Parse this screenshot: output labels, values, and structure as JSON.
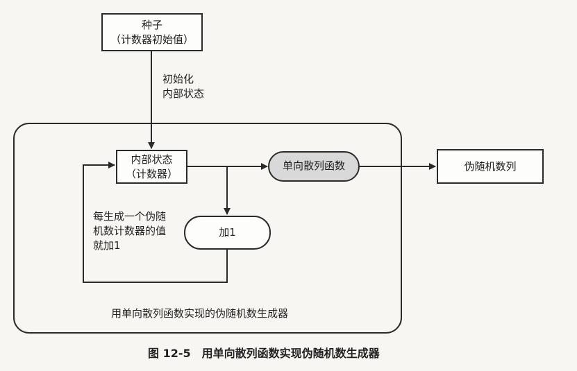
{
  "seed": {
    "line1": "种子",
    "line2": "（计数器初始值）"
  },
  "init_label": {
    "line1": "初始化",
    "line2": "内部状态"
  },
  "state": {
    "line1": "内部状态",
    "line2": "（计数器）"
  },
  "hash_label": "单向散列函数",
  "output_label": "伪随机数列",
  "inc_label": "加1",
  "increment_note": {
    "line1": "每生成一个伪随",
    "line2": "机数计数器的值",
    "line3": "就加1"
  },
  "container_label": "用单向散列函数实现的伪随机数生成器",
  "figure_caption": "图 12-5　用单向散列函数实现伪随机数生成器",
  "colors": {
    "hash_fill": "#d9d9d9",
    "stroke": "#2a2a2a"
  }
}
